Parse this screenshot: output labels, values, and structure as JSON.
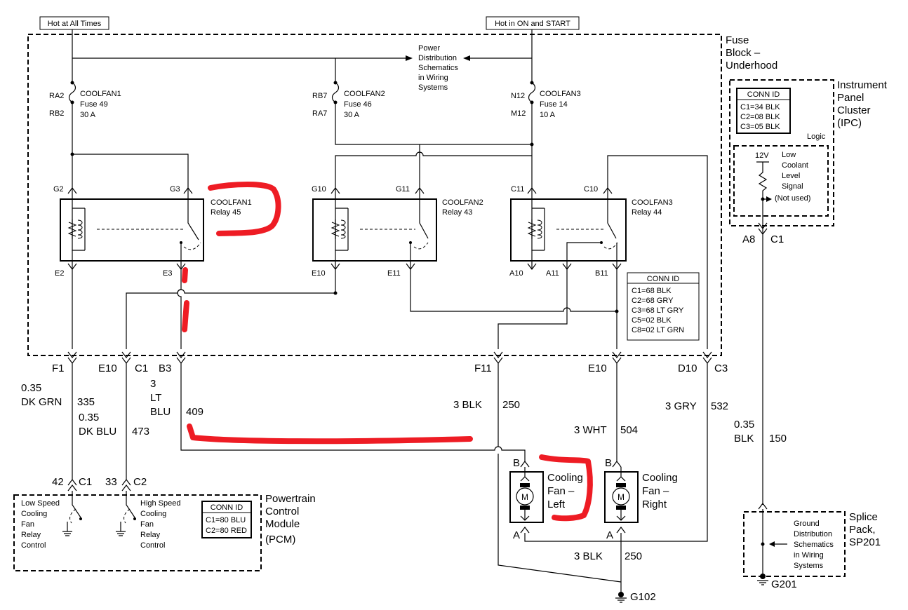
{
  "top_labels": {
    "hot_all_times": "Hot at All Times",
    "hot_on_start": "Hot in ON and START"
  },
  "fuse_block": {
    "line1": "Fuse",
    "line2": "Block –",
    "line3": "Underhood"
  },
  "power_dist": [
    "Power",
    "Distribution",
    "Schematics",
    "in Wiring",
    "Systems"
  ],
  "fuses": [
    {
      "name": "COOLFAN1",
      "fuse": "Fuse 49",
      "amp": "30 A",
      "top": "RA2",
      "bottom": "RB2"
    },
    {
      "name": "COOLFAN2",
      "fuse": "Fuse 46",
      "amp": "30 A",
      "top": "RB7",
      "bottom": "RA7"
    },
    {
      "name": "COOLFAN3",
      "fuse": "Fuse 14",
      "amp": "10 A",
      "top": "N12",
      "bottom": "M12"
    }
  ],
  "relays": [
    {
      "name": "COOLFAN1",
      "num": "Relay 45",
      "tl": "G2",
      "tr": "G3",
      "bl": "E2",
      "br": "E3"
    },
    {
      "name": "COOLFAN2",
      "num": "Relay 43",
      "tl": "G10",
      "tr": "G11",
      "bl": "E10",
      "br": "E11"
    },
    {
      "name": "COOLFAN3",
      "num": "Relay 44",
      "tl": "C11",
      "tr": "C10",
      "bl": "A10",
      "bm": "A11",
      "br": "B11"
    }
  ],
  "conn_main": {
    "title": "CONN ID",
    "rows": [
      "C1=68 BLK",
      "C2=68 GRY",
      "C3=68 LT GRY",
      "C5=02 BLK",
      "C8=02 LT GRN"
    ]
  },
  "ipc": {
    "title": [
      "Instrument",
      "Panel",
      "Cluster",
      "(IPC)"
    ],
    "conn_title": "CONN ID",
    "conn_rows": [
      "C1=34 BLK",
      "C2=08 BLK",
      "C3=05 BLK"
    ],
    "logic": "Logic",
    "v12": "12V",
    "signal": [
      "Low",
      "Coolant",
      "Level",
      "Signal",
      "(Not used)"
    ],
    "pin": "A8",
    "conn": "C1"
  },
  "bottom_pins": {
    "f1": "F1",
    "e10a": "E10",
    "c1": "C1",
    "b3": "B3",
    "f11": "F11",
    "e10b": "E10",
    "d10": "D10",
    "c3": "C3"
  },
  "wires": {
    "w335_size": "0.35",
    "w335_color": "DK GRN",
    "w335_num": "335",
    "w473_size": "0.35",
    "w473_color": "DK BLU",
    "w473_num": "473",
    "w409_size": "3",
    "w409_color1": "LT",
    "w409_color2": "BLU",
    "w409_num": "409",
    "w250": "3 BLK",
    "w250_num": "250",
    "w504": "3 WHT",
    "w504_num": "504",
    "w532": "3 GRY",
    "w532_num": "532",
    "w150_size": "0.35",
    "w150_color": "BLK",
    "w150_num": "150",
    "wg_color": "3 BLK",
    "wg_num": "250"
  },
  "pcm": {
    "title": [
      "Powertrain",
      "Control",
      "Module",
      "(PCM)"
    ],
    "pin42": "42",
    "c1": "C1",
    "pin33": "33",
    "c2": "C2",
    "low_speed": [
      "Low Speed",
      "Cooling",
      "Fan",
      "Relay",
      "Control"
    ],
    "high_speed": [
      "High Speed",
      "Cooling",
      "Fan",
      "Relay",
      "Control"
    ],
    "conn_title": "CONN ID",
    "conn_rows": [
      "C1=80 BLU",
      "C2=80 RED"
    ]
  },
  "fans": {
    "left": [
      "Cooling",
      "Fan –",
      "Left"
    ],
    "right": [
      "Cooling",
      "Fan –",
      "Right"
    ],
    "pin_b": "B",
    "pin_a": "A",
    "motor": "M"
  },
  "ground": {
    "g102": "G102",
    "g201": "G201"
  },
  "splice": {
    "title": [
      "Splice",
      "Pack,",
      "SP201"
    ],
    "text": [
      "Ground",
      "Distribution",
      "Schematics",
      "in Wiring",
      "Systems"
    ]
  },
  "colors": {
    "wire": "#000000",
    "annotation": "#ee1c24",
    "background": "#ffffff"
  }
}
